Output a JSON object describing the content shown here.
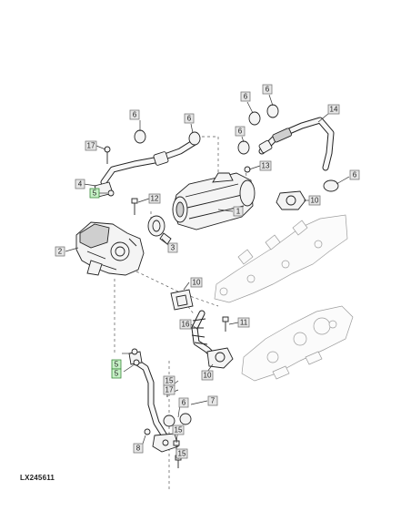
{
  "diagram": {
    "doc_id": "LX245611",
    "callouts": [
      "6",
      "6",
      "6",
      "6",
      "14",
      "17",
      "6",
      "13",
      "4",
      "5",
      "12",
      "6",
      "1",
      "10",
      "2",
      "3",
      "10",
      "16",
      "11",
      "10",
      "5",
      "5",
      "15",
      "17",
      "6",
      "7",
      "15",
      "8",
      "15"
    ],
    "highlighted_callouts": [
      "5",
      "5",
      "5"
    ]
  },
  "colors": {
    "callout_fill": "#e6e6e6",
    "highlight_fill": "#c6f0c6",
    "line": "#222222"
  }
}
